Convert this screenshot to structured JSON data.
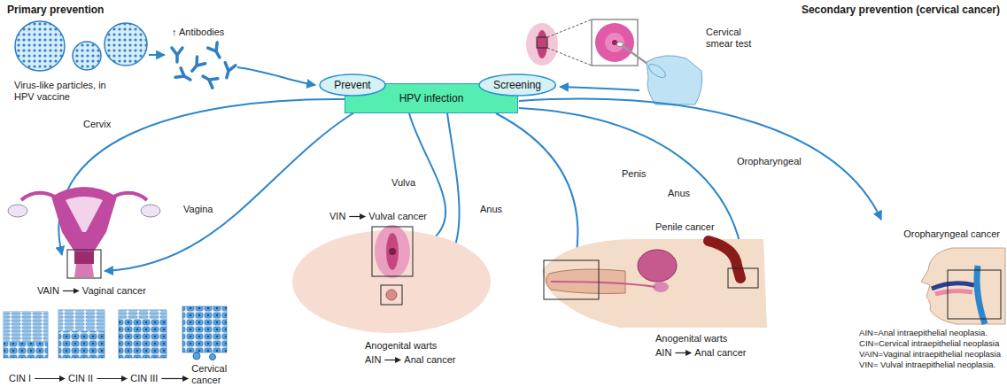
{
  "diagram": {
    "nodes": [
      {
        "text": [
          "Prevent"
        ]
      },
      {
        "text": [
          "Screening"
        ]
      },
      {
        "text": [
          "HPV infection"
        ]
      }
    ],
    "labels": [
      "Primary prevention",
      "↑ Antibodies",
      "Secondary prevention (cervical cancer)",
      "Cervical smear test",
      "Virus-like particles, in HPV vaccine",
      "Cervix",
      "Vagina",
      "Vulva",
      "Anus",
      "Penis",
      "Anus",
      "Oropharyngeal",
      "VIN",
      "Vulval cancer",
      "Penile cancer",
      "Oropharyngeal cancer",
      "VAIN",
      "Vaginal cancer",
      "Anogenital warts",
      "AIN",
      "Anal cancer",
      "Anogenital warts",
      "AIN",
      "Anal cancer",
      "AIN=Anal intraepithelial neoplasia.",
      "CIN=Cervical intraepithelial neoplasia",
      "VAIN=Vaginal intraepithelial neoplasia",
      "VIN= Vulval intraepithelial neoplasia.",
      "CIN I",
      "CIN II",
      "CIN III",
      "Cervical cancer"
    ]
  }
}
